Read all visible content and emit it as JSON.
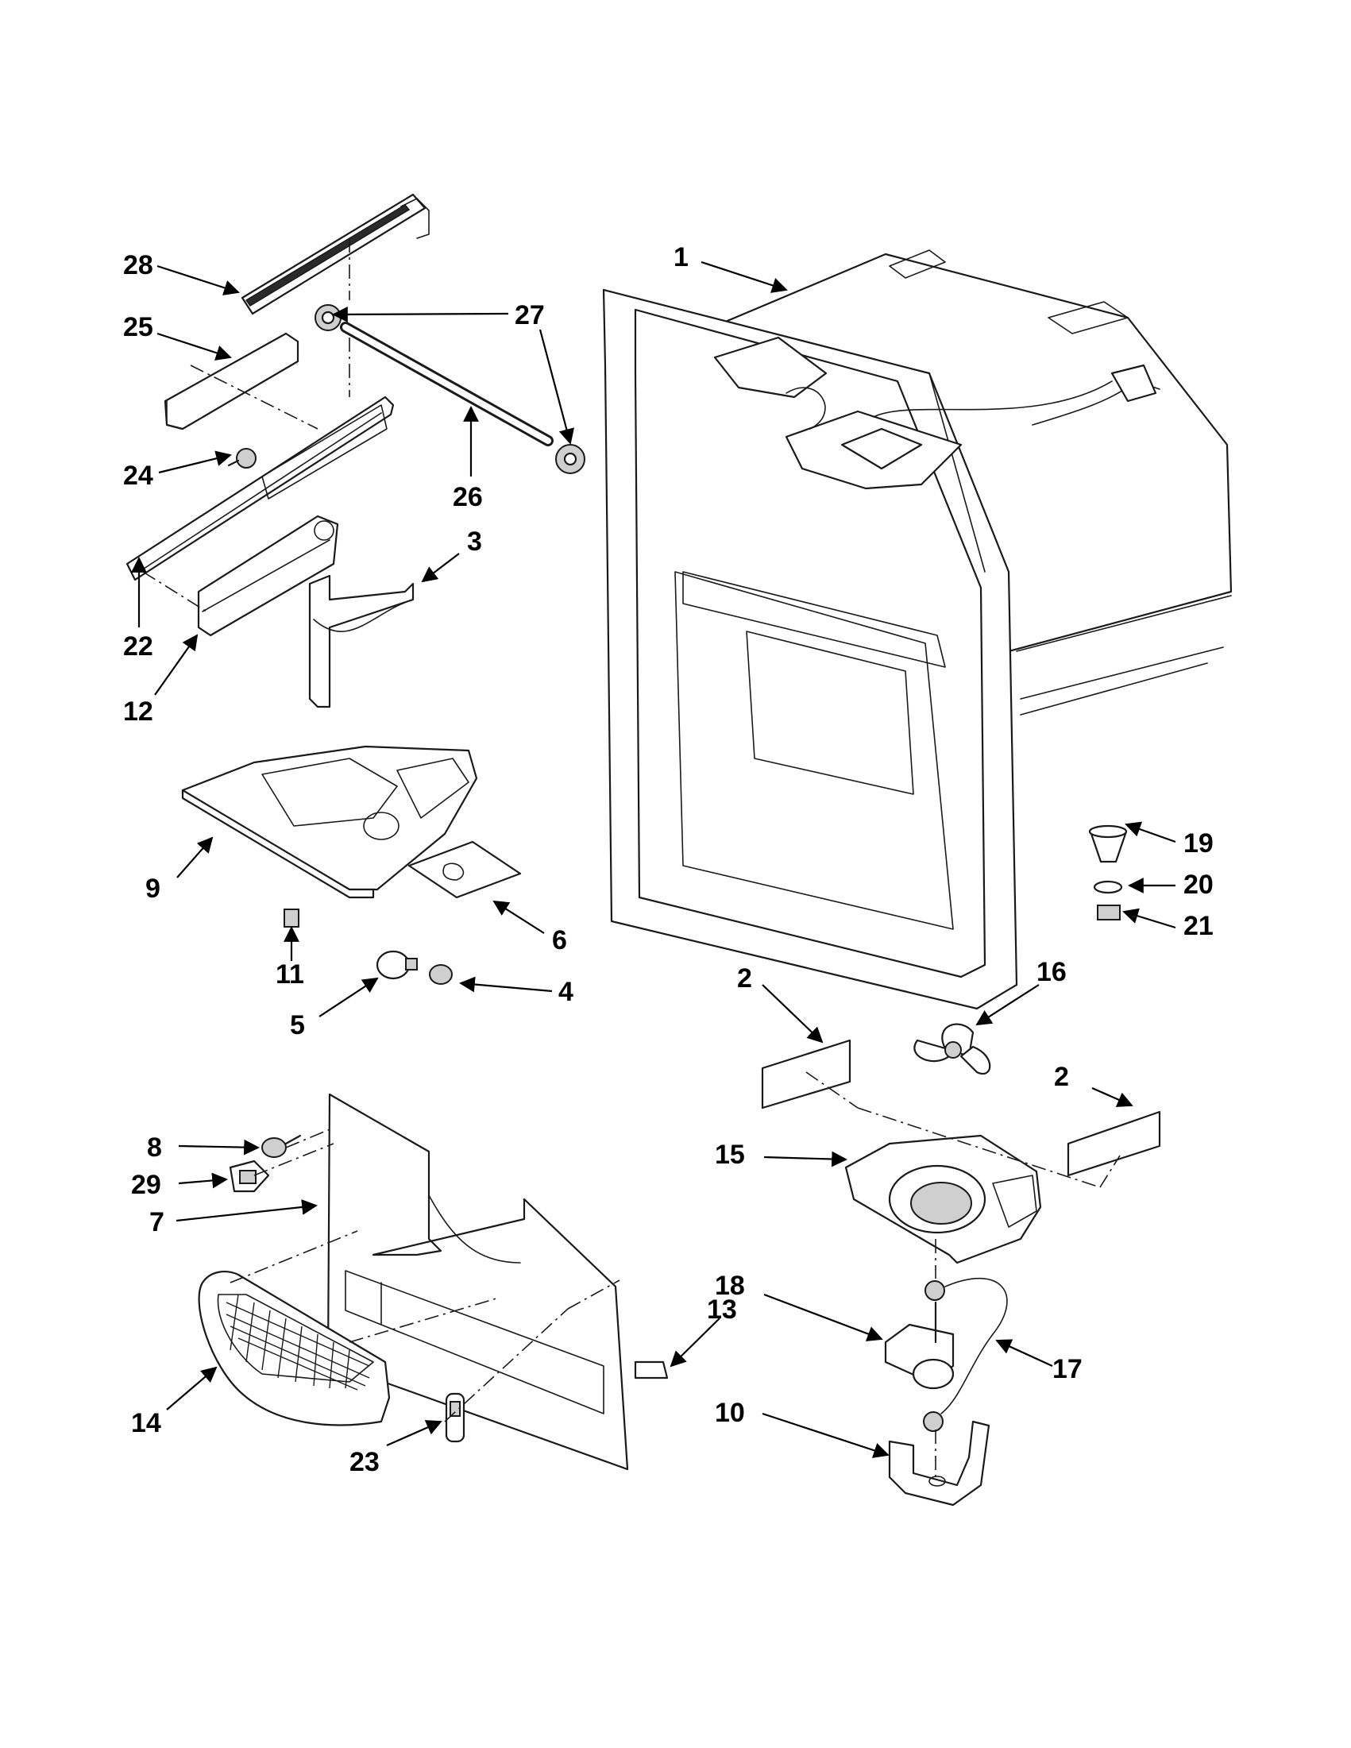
{
  "callouts": {
    "c1": "1",
    "c2a": "2",
    "c2b": "2",
    "c3": "3",
    "c4": "4",
    "c5": "5",
    "c6": "6",
    "c7": "7",
    "c8": "8",
    "c9": "9",
    "c10": "10",
    "c11": "11",
    "c12": "12",
    "c13": "13",
    "c14": "14",
    "c15": "15",
    "c16": "16",
    "c17": "17",
    "c18": "18",
    "c19": "19",
    "c20": "20",
    "c21": "21",
    "c22": "22",
    "c23": "23",
    "c24": "24",
    "c25": "25",
    "c26": "26",
    "c27": "27",
    "c28": "28",
    "c29": "29"
  }
}
